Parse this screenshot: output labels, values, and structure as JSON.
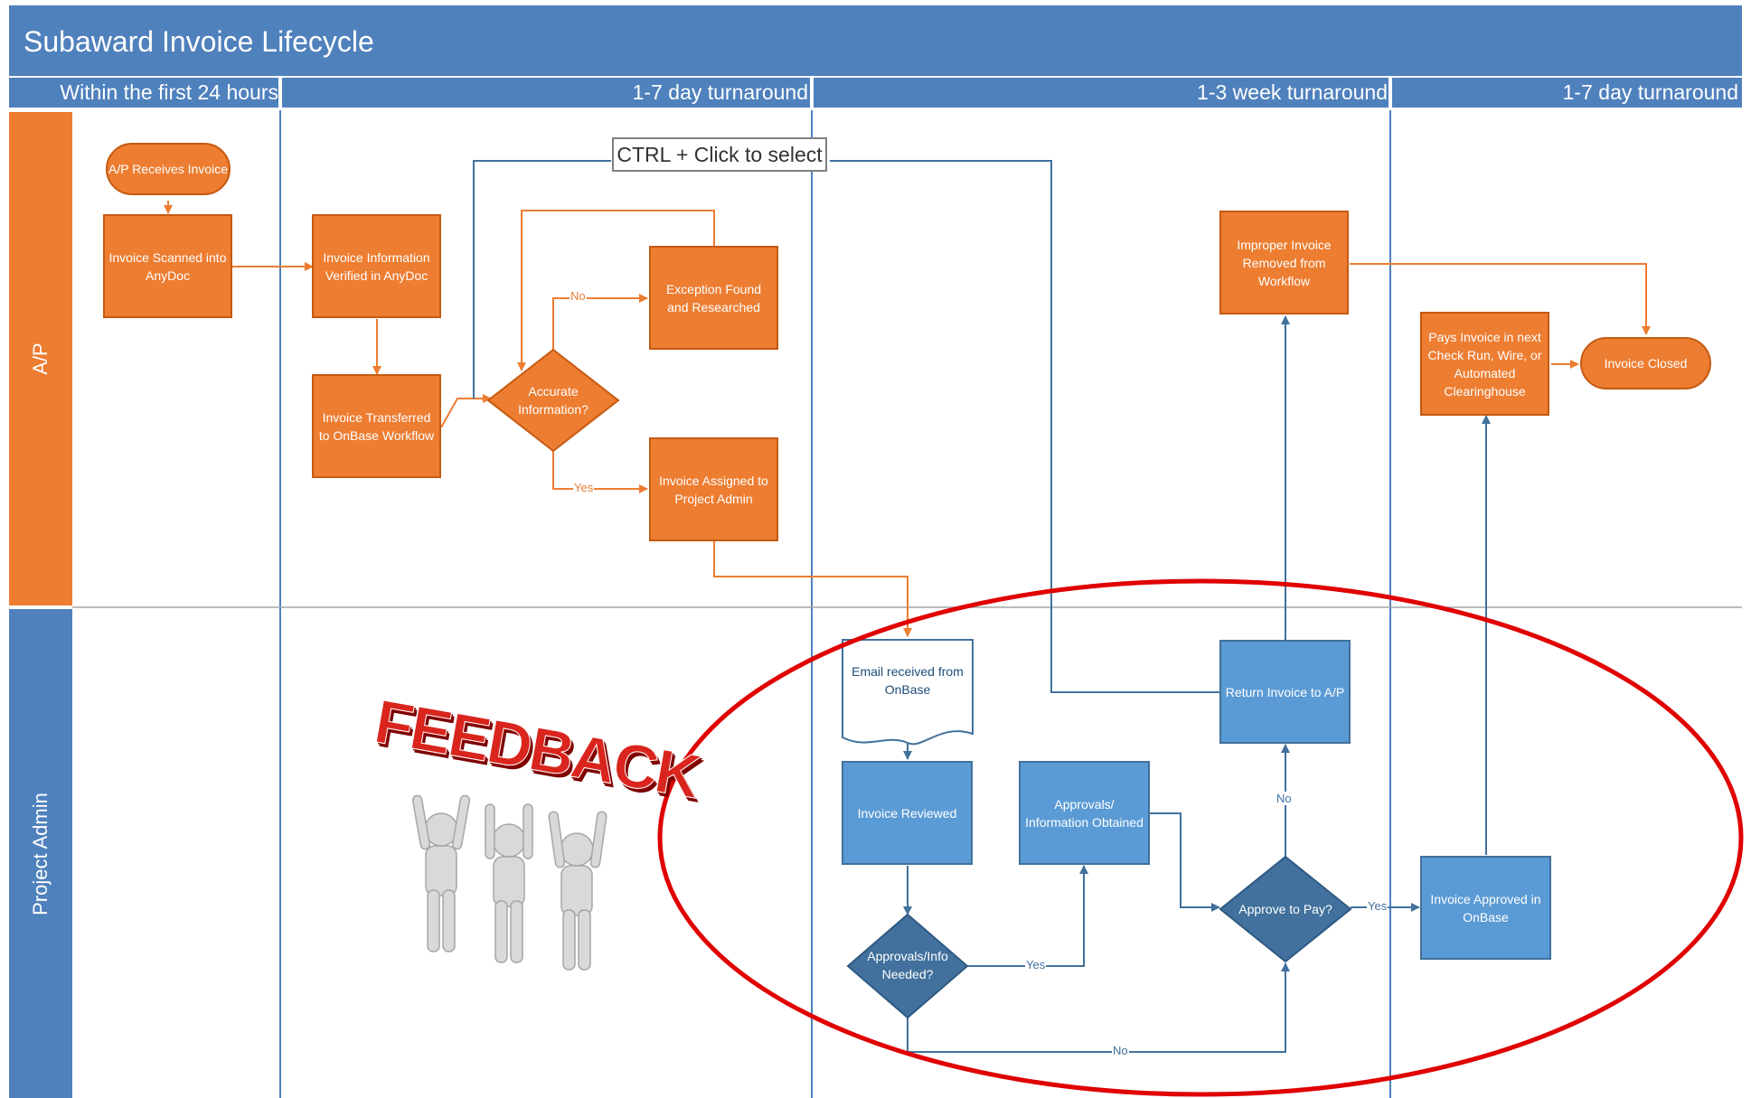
{
  "diagram": {
    "title": "Subaward Invoice Lifecycle",
    "phases": [
      "Within the first 24 hours",
      "1-7 day turnaround",
      "1-3 week turnaround",
      "1-7 day turnaround"
    ],
    "lanes": [
      "A/P",
      "Project Admin"
    ],
    "tooltip": "CTRL + Click to select",
    "nodes": {
      "ap_receives": "A/P Receives Invoice",
      "scanned": "Invoice Scanned into AnyDoc",
      "verified": "Invoice Information Verified in AnyDoc",
      "transferred": "Invoice Transferred to OnBase Workflow",
      "accurate": "Accurate Information?",
      "exception": "Exception Found and Researched",
      "assigned": "Invoice Assigned to Project Admin",
      "improper": "Improper Invoice Removed from Workflow",
      "pays": "Pays Invoice in next Check Run, Wire, or Automated Clearinghouse",
      "closed": "Invoice Closed",
      "email": "Email received from OnBase",
      "reviewed": "Invoice Reviewed",
      "obtained": "Approvals/ Information Obtained",
      "return": "Return Invoice to A/P",
      "approvals_needed": "Approvals/Info Needed?",
      "approve_pay": "Approve to Pay?",
      "approved_onbase": "Invoice Approved in OnBase"
    },
    "edge_labels": {
      "no_exception": "No",
      "yes_assigned": "Yes",
      "yes_obtained": "Yes",
      "no_return": "No",
      "yes_approved": "Yes",
      "no_bottom": "No"
    },
    "feedback_word": "FEEDBACK"
  },
  "colors": {
    "header_blue": "#4f81bd",
    "ap_orange": "#ed7d31",
    "admin_blue": "#5b9bd5",
    "highlight_red": "#e00000"
  }
}
